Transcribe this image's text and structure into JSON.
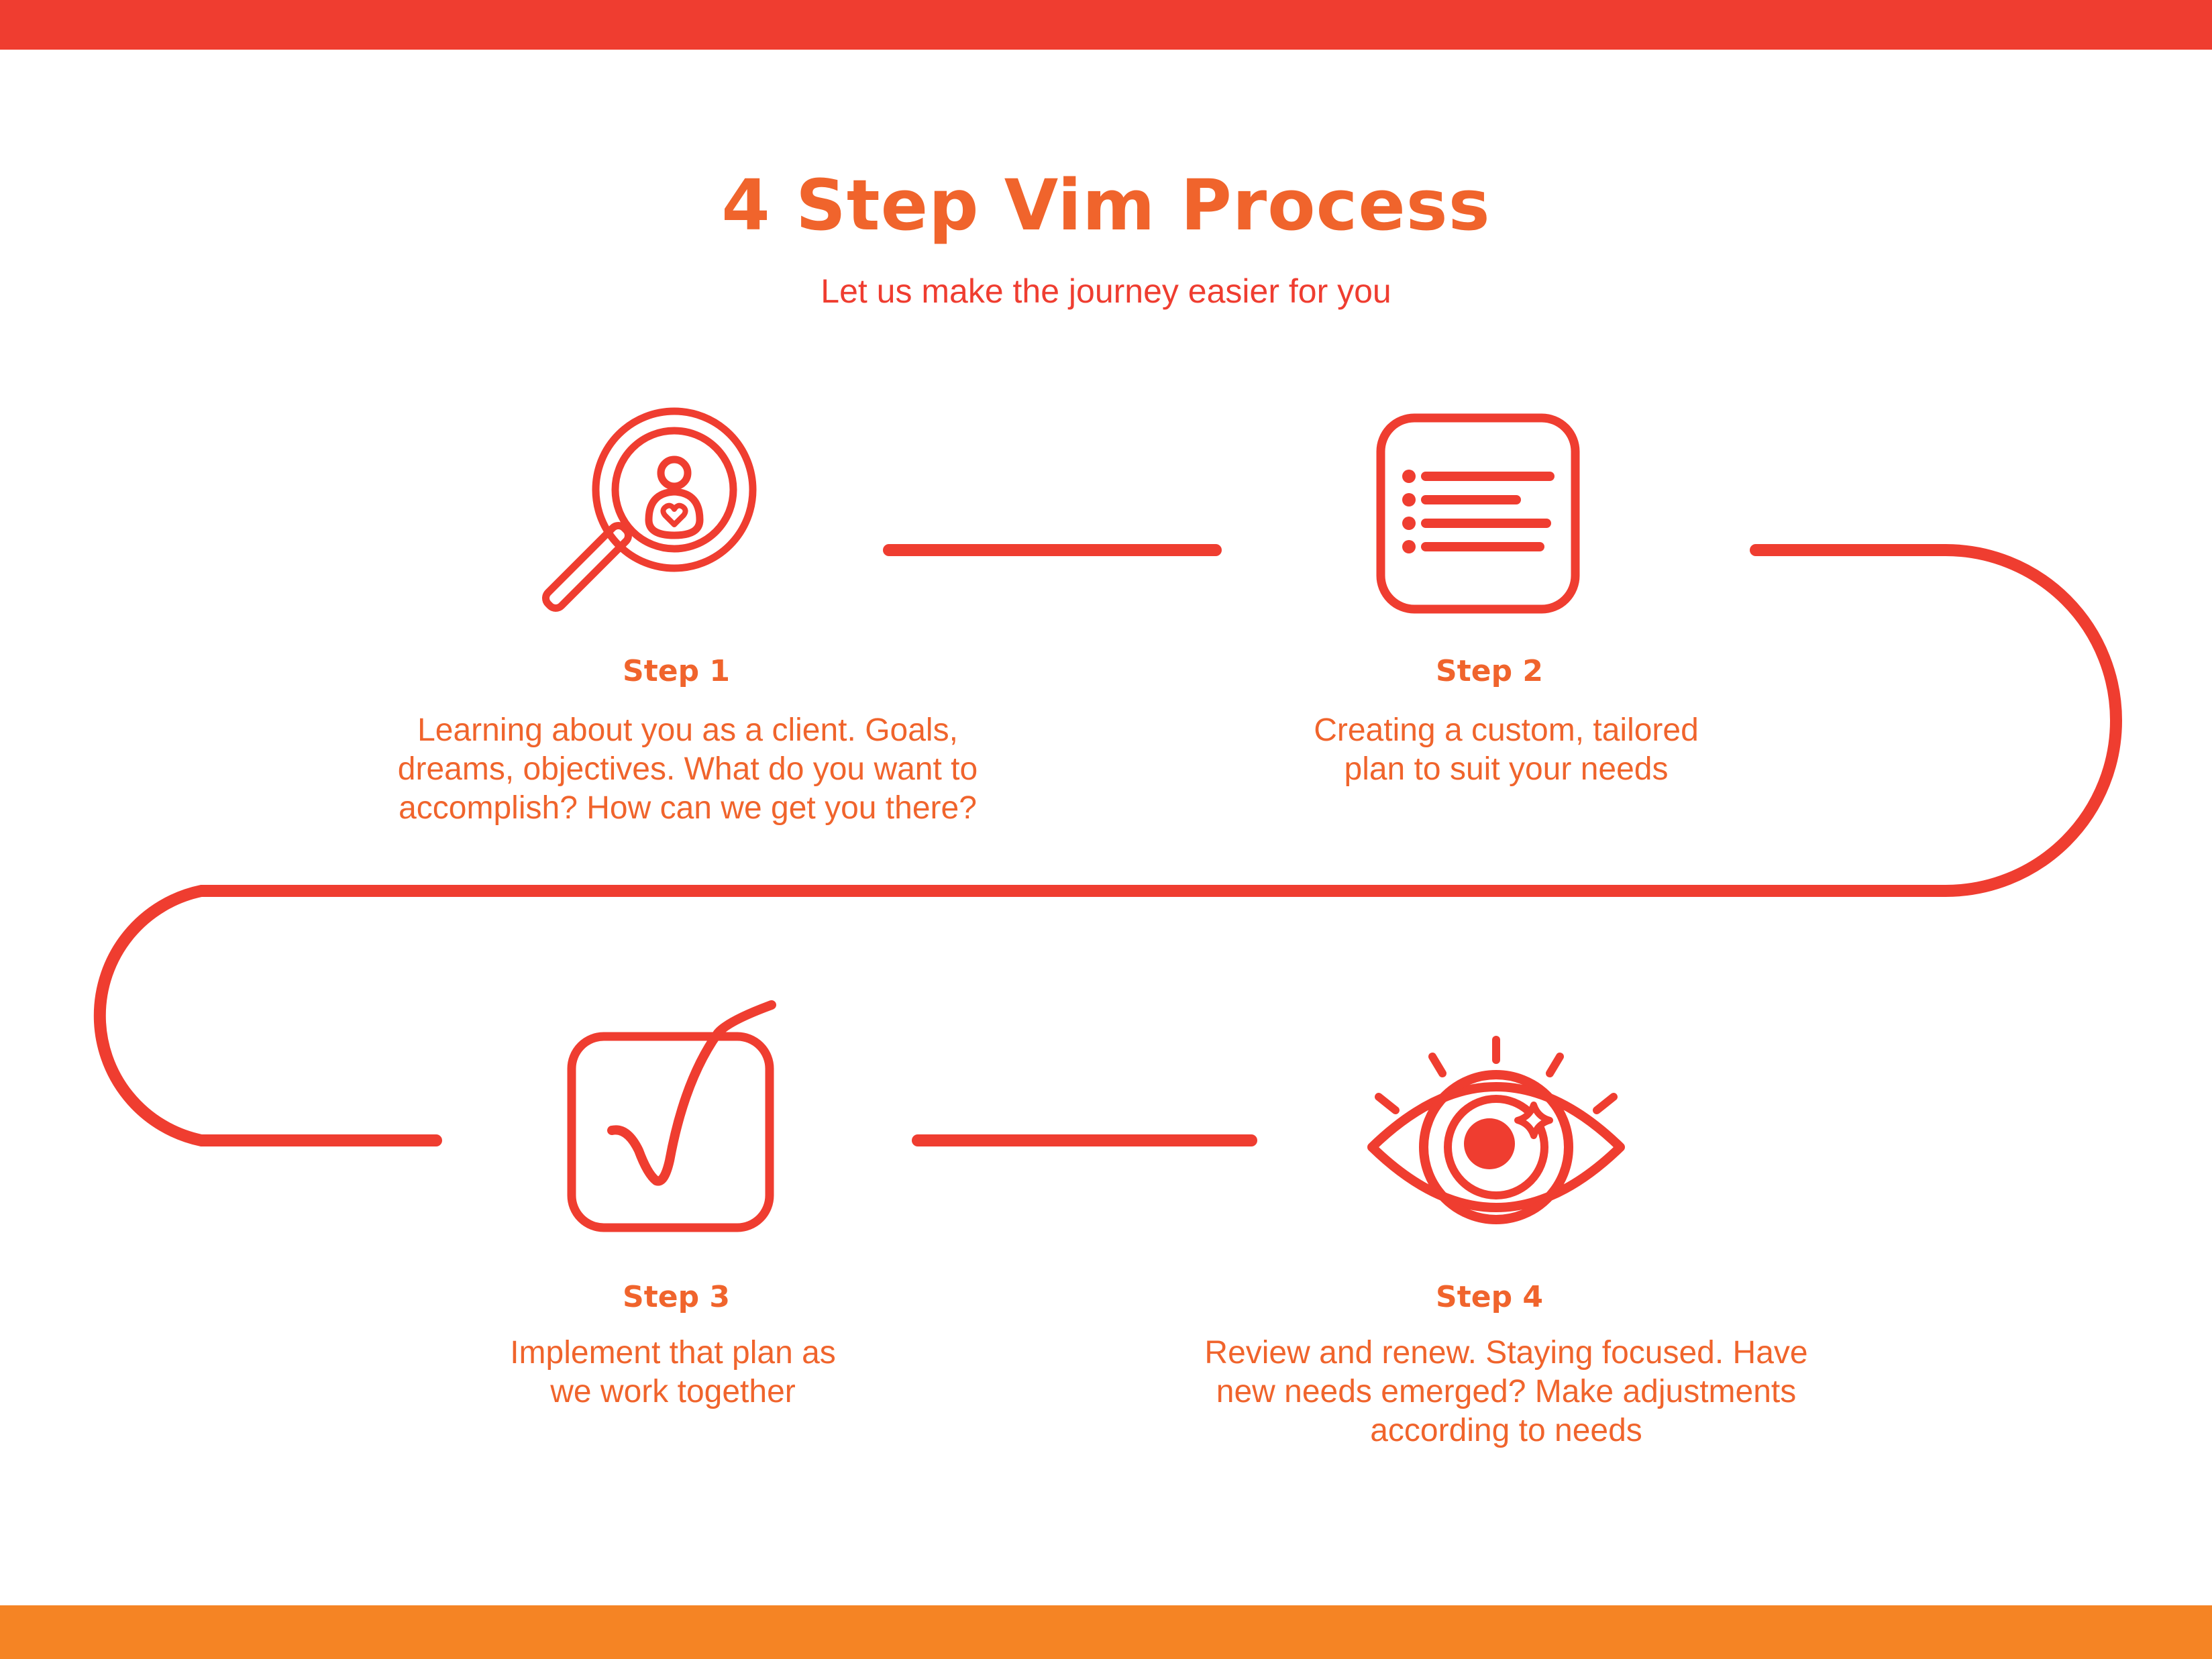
{
  "header": {
    "title": "4 Step Vim Process",
    "subtitle": "Let us make the journey easier for you"
  },
  "colors": {
    "red": "#ef3d30",
    "orange": "#f0642c",
    "bottom_band": "#f58424"
  },
  "steps": [
    {
      "label": "Step 1",
      "lines": [
        "Learning about you as a client. Goals,",
        "dreams, objectives. What do you want to",
        "accomplish? How can we get you there?"
      ],
      "icon": "magnifier-person-heart-icon"
    },
    {
      "label": "Step 2",
      "lines": [
        "Creating a custom, tailored",
        "plan to suit your needs"
      ],
      "icon": "list-document-icon"
    },
    {
      "label": "Step 3",
      "lines": [
        "Implement that plan as",
        "we work together"
      ],
      "icon": "checkbox-check-icon"
    },
    {
      "label": "Step 4",
      "lines": [
        "Review and renew. Staying focused. Have",
        "new needs emerged? Make adjustments",
        "according to needs"
      ],
      "icon": "eye-icon"
    }
  ]
}
